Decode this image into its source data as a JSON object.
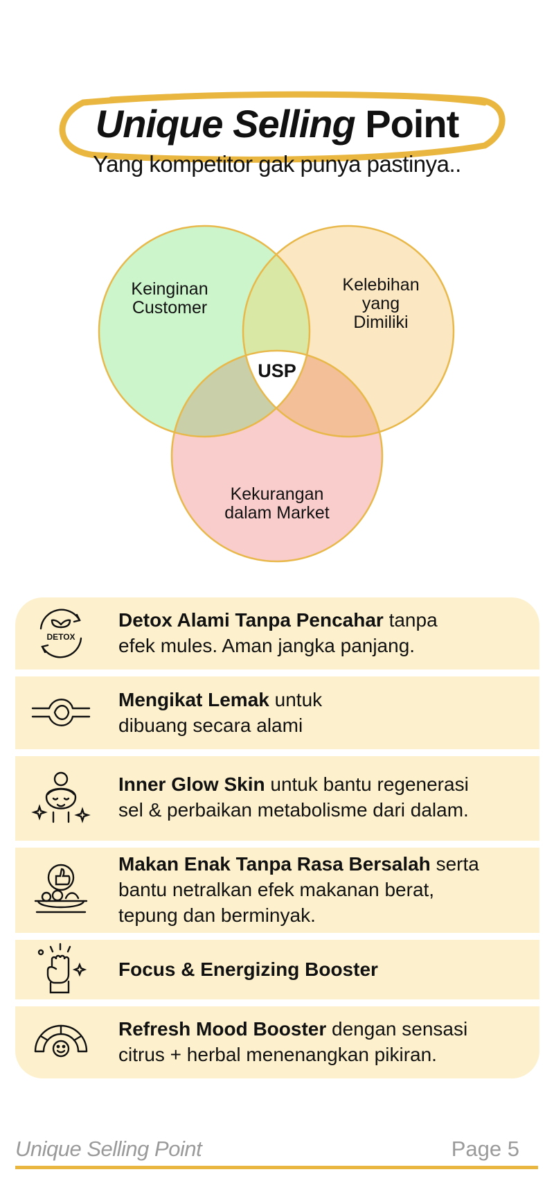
{
  "header": {
    "title_part1": "Unique Selling",
    "title_part2": "Point",
    "subtitle": "Yang kompetitor gak punya pastinya.."
  },
  "venn": {
    "circle1_line1": "Keinginan",
    "circle1_line2": "Customer",
    "circle2_line1": "Kelebihan",
    "circle2_line2": "yang",
    "circle2_line3": "Dimiliki",
    "circle3_line1": "Kekurangan",
    "circle3_line2": "dalam Market",
    "center": "USP",
    "colors": {
      "green": "#ccf5cb",
      "orange": "#fbe7c2",
      "pink": "#f9cdcc",
      "outline": "#e8b84a"
    }
  },
  "features": [
    {
      "icon": "detox-icon",
      "bold": "Detox Alami Tanpa Pencahar",
      "rest": " tanpa",
      "line2": "efek mules. Aman jangka panjang.",
      "line3": ""
    },
    {
      "icon": "knot-icon",
      "bold": "Mengikat Lemak",
      "rest": " untuk",
      "line2": "dibuang secara alami",
      "line3": ""
    },
    {
      "icon": "glow-face-icon",
      "bold": "Inner Glow Skin",
      "rest": " untuk bantu regenerasi",
      "line2": "sel & perbaikan metabolisme dari dalam.",
      "line3": ""
    },
    {
      "icon": "food-thumbs-up-icon",
      "bold": "Makan Enak Tanpa Rasa Bersalah",
      "rest": " serta",
      "line2": "bantu netralkan efek makanan berat,",
      "line3": "tepung dan berminyak."
    },
    {
      "icon": "fist-energy-icon",
      "bold": "Focus & Energizing Booster",
      "rest": "",
      "line2": "",
      "line3": ""
    },
    {
      "icon": "mood-gauge-icon",
      "bold": "Refresh Mood Booster",
      "rest": " dengan sensasi",
      "line2": "citrus + herbal menenangkan pikiran.",
      "line3": ""
    }
  ],
  "footer": {
    "left": "Unique Selling Point",
    "right": "Page 5",
    "accent": "#e9b73f"
  }
}
